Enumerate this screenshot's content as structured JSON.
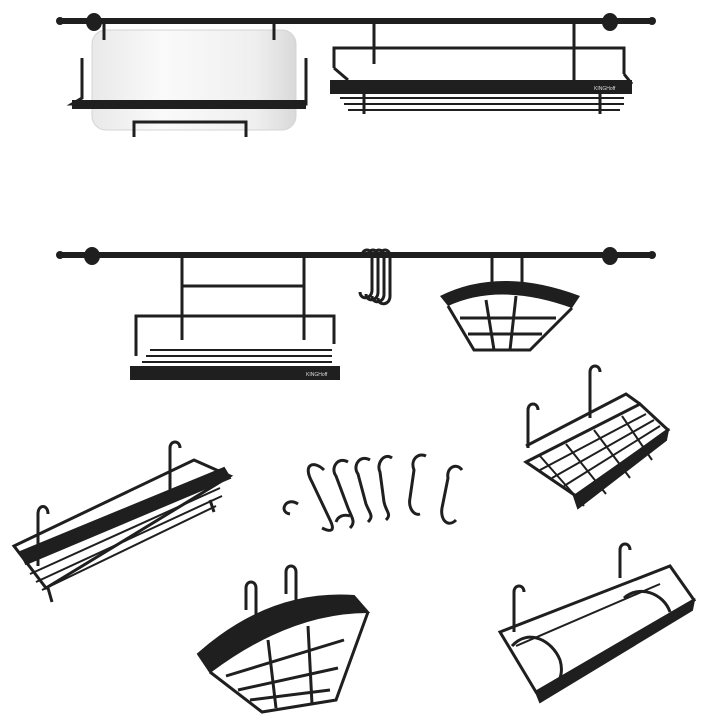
{
  "product": {
    "brand_mark": "KINGHoff",
    "colors": {
      "metal": "#1f1f1f",
      "metal_highlight": "#4a4a4a",
      "paper_towel": "#f3f3f3",
      "background": "#ffffff"
    }
  },
  "components": {
    "hook_count_loose": 6,
    "hook_count_on_rail": 4
  }
}
